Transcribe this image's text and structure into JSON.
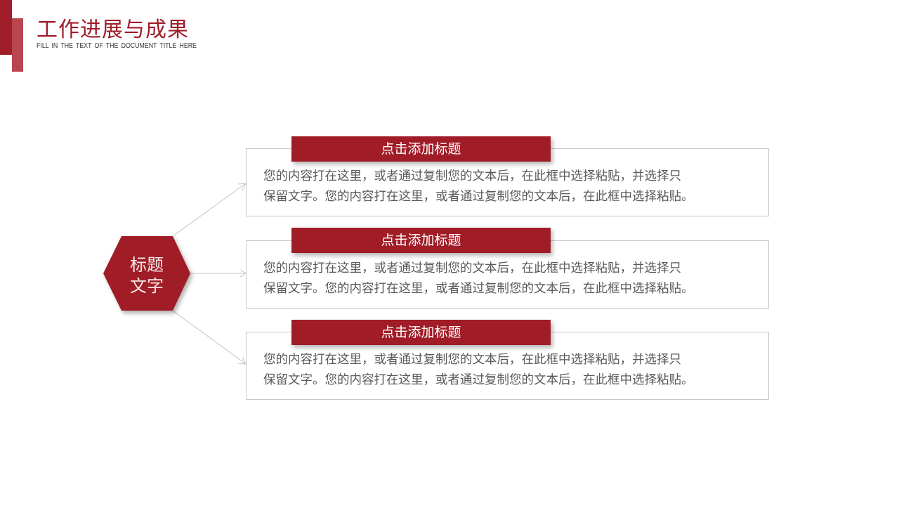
{
  "header": {
    "title": "工作进展与成果",
    "subtitle": "FILL IN THE TEXT  OF THE DOCUMENT  TITLE  HERE",
    "accent_color": "#a01e2a",
    "accent_light_color": "#b9454f"
  },
  "center_node": {
    "line1": "标题",
    "line2": "文字",
    "shape": "hexagon",
    "color": "#a01d27"
  },
  "cards": [
    {
      "title": "点击添加标题",
      "line1": "您的内容打在这里，或者通过复制您的文本后，在此框中选择粘贴，并选择只",
      "line2": "保留文字。您的内容打在这里，或者通过复制您的文本后，在此框中选择粘贴。"
    },
    {
      "title": "点击添加标题",
      "line1": "您的内容打在这里，或者通过复制您的文本后，在此框中选择粘贴，并选择只",
      "line2": "保留文字。您的内容打在这里，或者通过复制您的文本后，在此框中选择粘贴。"
    },
    {
      "title": "点击添加标题",
      "line1": "您的内容打在这里，或者通过复制您的文本后，在此框中选择粘贴，并选择只",
      "line2": "保留文字。您的内容打在这里，或者通过复制您的文本后，在此框中选择粘贴。"
    }
  ]
}
